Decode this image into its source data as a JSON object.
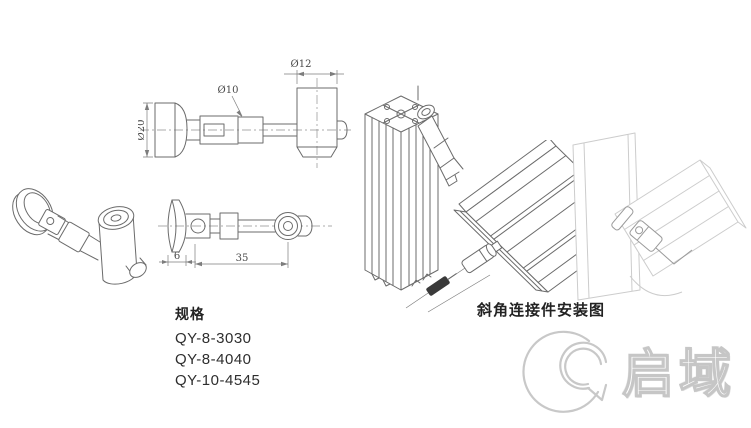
{
  "colors": {
    "line": "#6b6b6b",
    "dim_text": "#4a4a4a",
    "faded_line": "#cccccc",
    "text": "#222222",
    "watermark": "#c6c6c6",
    "thread_fill": "#3a3a3a"
  },
  "side_view": {
    "dim_d20": "Ø20",
    "dim_d10": "Ø10",
    "dim_d12": "Ø12"
  },
  "bottom_view": {
    "dim_flange": "6",
    "dim_length": "35"
  },
  "spec": {
    "title": "规格",
    "models": [
      "QY-8-3030",
      "QY-8-4040",
      "QY-10-4545"
    ]
  },
  "install": {
    "caption": "斜角连接件安装图"
  },
  "watermark": {
    "brand": "启域"
  }
}
